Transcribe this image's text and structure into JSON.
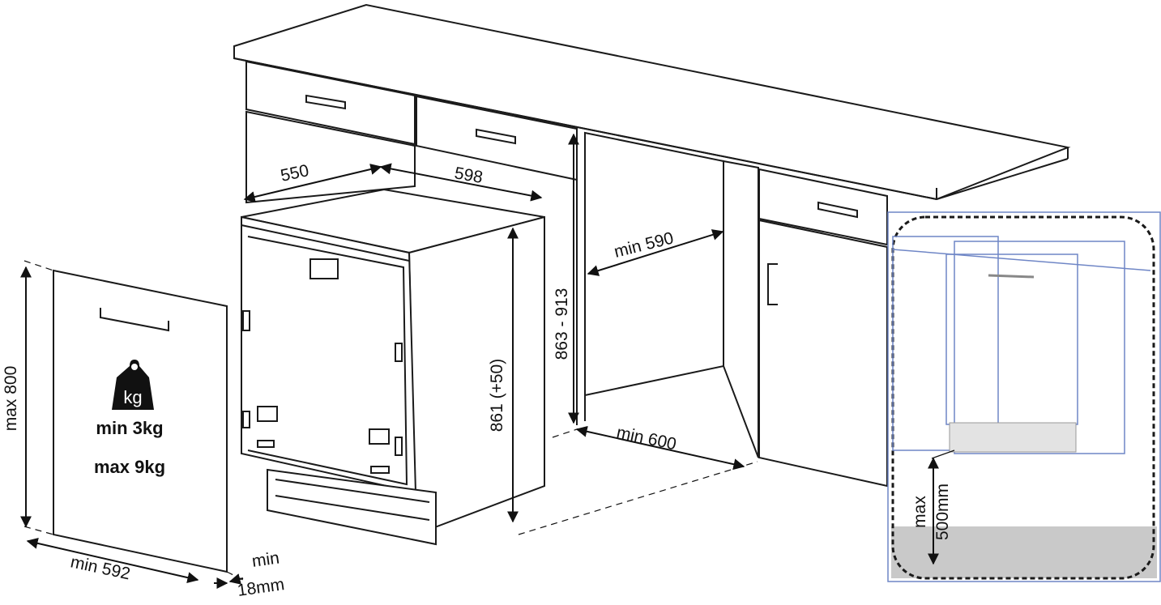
{
  "dimensions": {
    "depth_550": "550",
    "width_598": "598",
    "height_863_913": "863 - 913",
    "niche_depth_min": "min 590",
    "height_861": "861 (+50)",
    "niche_width_min": "min 600",
    "panel_height_max": "max 800",
    "panel_width_min": "min 592",
    "panel_thickness_min": "min",
    "panel_thickness_value": "18mm"
  },
  "weight": {
    "icon_label": "kg",
    "min": "min 3kg",
    "max": "max 9kg"
  },
  "detail": {
    "plinth_max": "max",
    "plinth_value": "500mm"
  },
  "colors": {
    "line": "#1a1a1a",
    "detail_frame": "#6f86c6",
    "floor_shade": "#c9c9c9"
  }
}
